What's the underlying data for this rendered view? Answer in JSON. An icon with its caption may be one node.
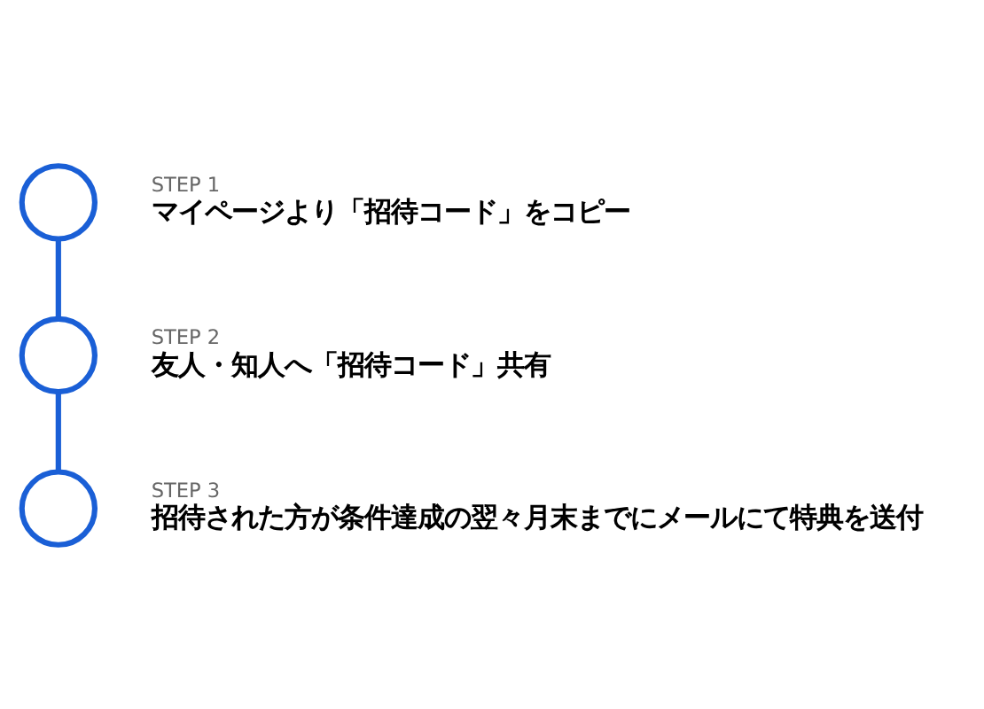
{
  "diagram": {
    "nodes": [
      {
        "text": [],
        "shape": "circle",
        "beside": [
          "STEP 1",
          "マイページより「招待コード」をコピー"
        ]
      },
      {
        "text": [],
        "shape": "circle",
        "beside": [
          "STEP 2",
          "友人・知人へ「招待コード」共有"
        ]
      },
      {
        "text": [],
        "shape": "circle",
        "beside": [
          "STEP 3",
          "招待された方が条件達成の翌々月末までにメールにて特典を送付"
        ]
      }
    ],
    "edges": [
      {
        "from": 0,
        "to": 1,
        "arrow": "none"
      },
      {
        "from": 1,
        "to": 2,
        "arrow": "none"
      }
    ]
  }
}
